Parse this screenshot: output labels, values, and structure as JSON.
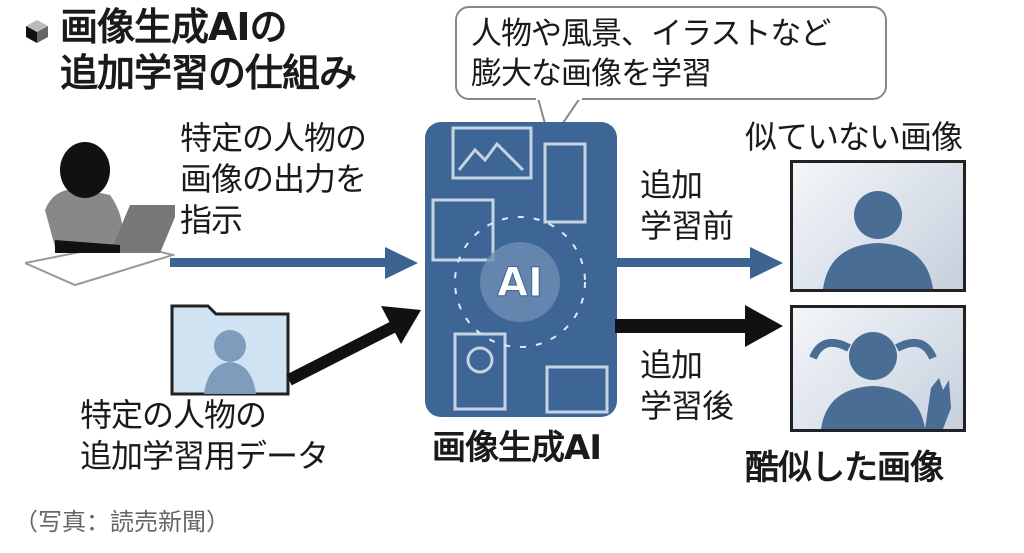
{
  "title": {
    "line1": "画像生成AIの",
    "line2": "追加学習の仕組み"
  },
  "bubble": {
    "line1": "人物や風景、イラストなど",
    "line2": "膨大な画像を学習"
  },
  "instruction": {
    "line1": "特定の人物の",
    "line2": "画像の出力を",
    "line3": "指示"
  },
  "training_data": {
    "line1": "特定の人物の",
    "line2": "追加学習用データ"
  },
  "ai": {
    "badge": "AI",
    "label": "画像生成AI"
  },
  "before": {
    "line1": "追加",
    "line2": "学習前",
    "result": "似ていない画像"
  },
  "after": {
    "line1": "追加",
    "line2": "学習後",
    "result": "酷似した画像"
  },
  "credit": "（写真：読売新聞）",
  "colors": {
    "blue": "#3d6595",
    "arrow_blue": "#3b6491",
    "black": "#111111"
  }
}
